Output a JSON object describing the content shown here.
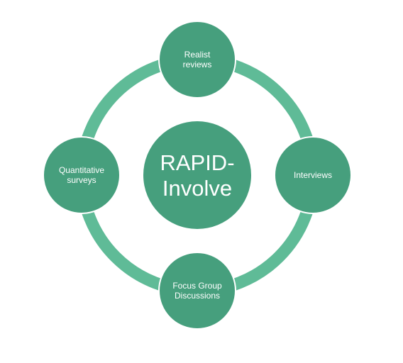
{
  "diagram": {
    "center": {
      "lines": [
        "RAPID-",
        "Involve"
      ]
    },
    "nodes": [
      {
        "id": "top",
        "lines": [
          "Realist",
          "reviews"
        ]
      },
      {
        "id": "right",
        "lines": [
          "Interviews"
        ]
      },
      {
        "id": "bottom",
        "lines": [
          "Focus Group",
          "Discussions"
        ]
      },
      {
        "id": "left",
        "lines": [
          "Quantitative",
          "surveys"
        ]
      }
    ],
    "colors": {
      "node_fill": "#469f7d",
      "ring": "#5fbb97",
      "text": "#ffffff"
    }
  }
}
